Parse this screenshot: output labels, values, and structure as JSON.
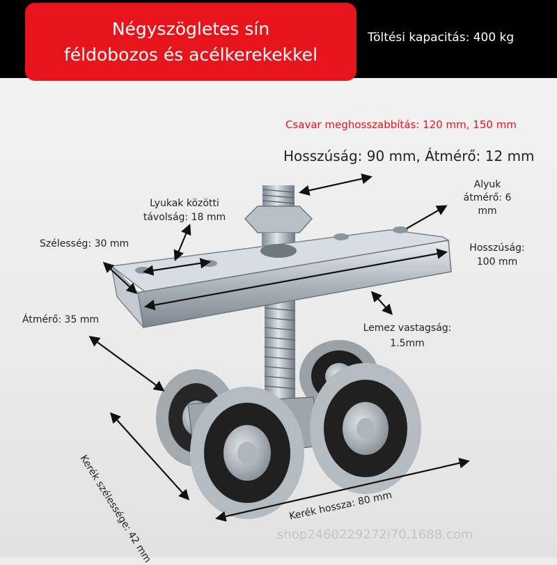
{
  "header": {
    "title_line1": "Négyszögletes sín",
    "title_line2": "féldobozos és acélkerekekkel",
    "capacity": "Töltési kapacitás: 400 kg",
    "title_bg_color": "#e8141b",
    "band_color": "#000000"
  },
  "annotations": {
    "bolt_extension": "Csavar meghosszabbítás: 120 mm, 150 mm",
    "bolt_length_diameter": "Hosszúság: 90 mm, Átmérő: 12 mm",
    "hole_diameter": "Alyuk átmérő: 6 mm",
    "hole_spacing": "Lyukak közötti távolság: 18 mm",
    "width": "Szélesség: 30 mm",
    "length": "Hosszúság: 100 mm",
    "diameter": "Átmérő: 35 mm",
    "thickness": "Lemez vastagság: 1.5mm",
    "wheel_width": "Kerék szélessége: 42 mm",
    "wheel_length": "Kerék hossza: 80 mm",
    "accent_color": "#e8141b"
  },
  "watermark": "shop2460229272i70.1688.com"
}
